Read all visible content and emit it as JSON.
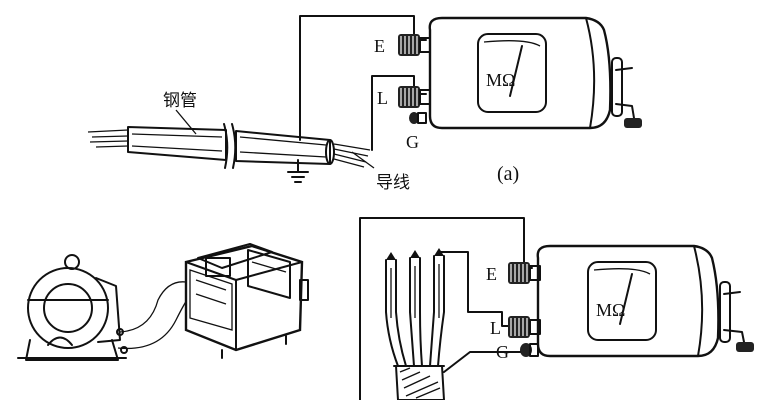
{
  "labels": {
    "pipe": "钢管",
    "wire": "导线",
    "caption_a": "(a)"
  },
  "meter_a": {
    "terminal_e": "E",
    "terminal_l": "L",
    "terminal_g": "G",
    "unit": "MΩ"
  },
  "meter_c": {
    "terminal_e": "E",
    "terminal_l": "L",
    "terminal_g": "G",
    "unit": "MΩ"
  }
}
